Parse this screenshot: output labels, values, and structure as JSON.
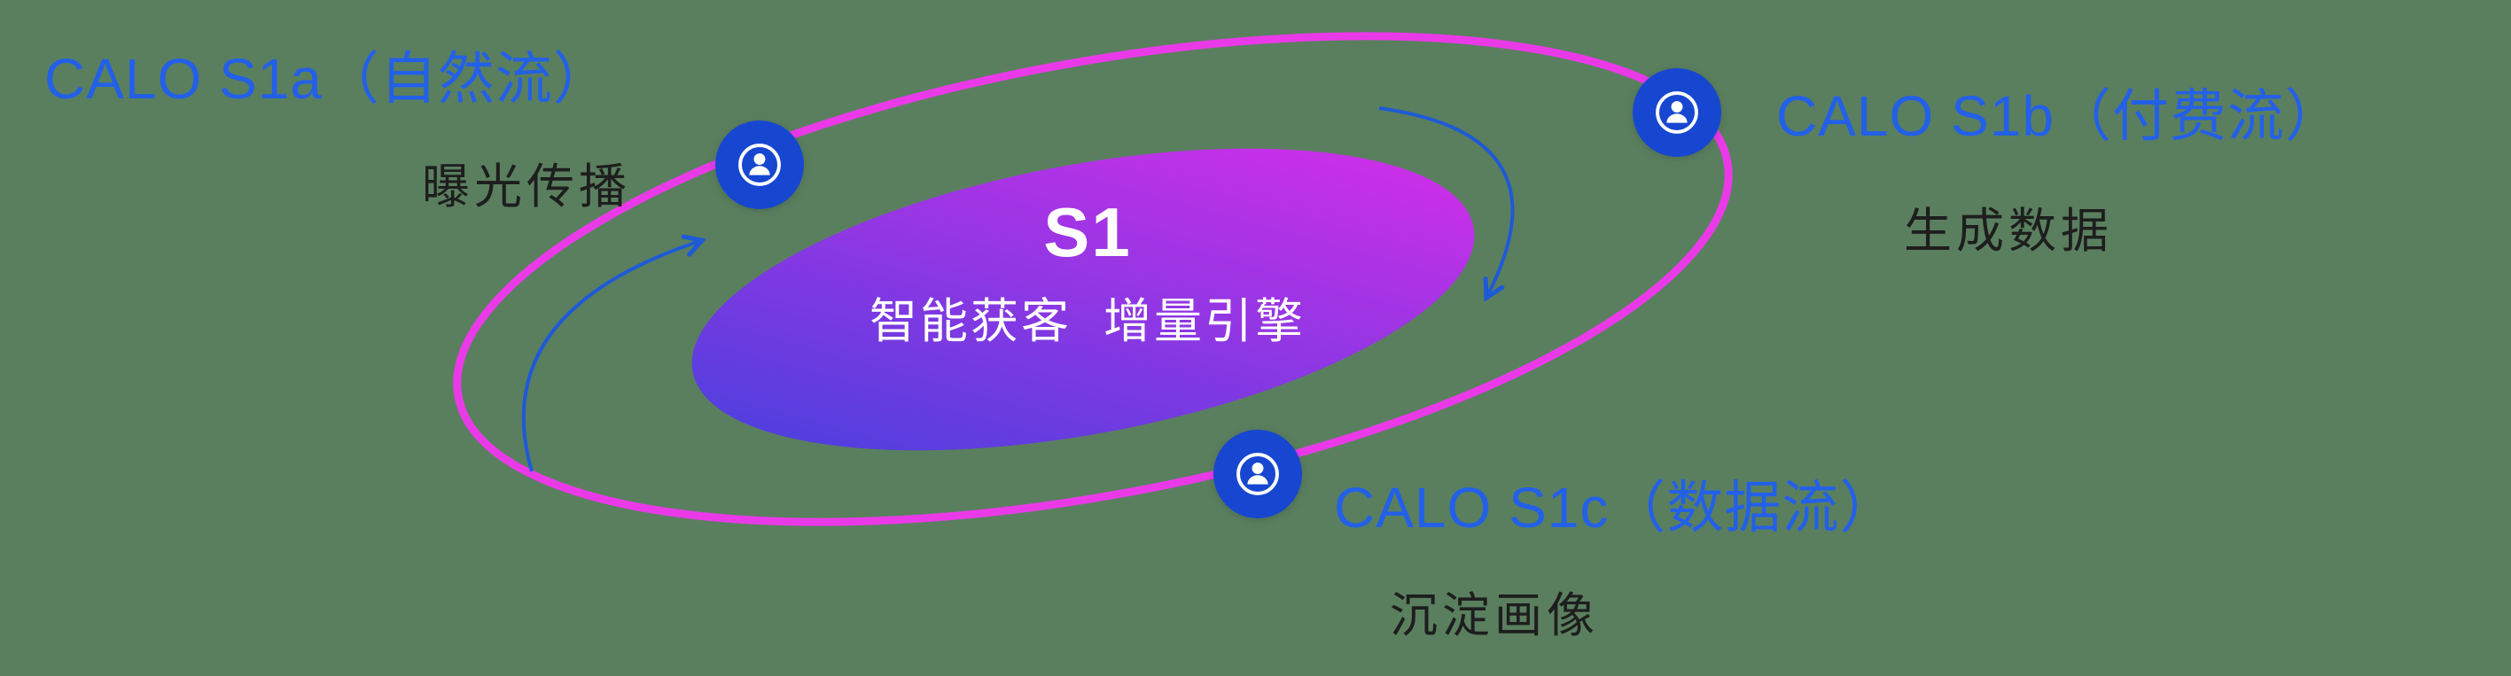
{
  "colors": {
    "background": "#5a7f5f",
    "ring": "#ea3ae8",
    "node": "#1747d1",
    "arrow": "#1e5ad6",
    "label_blue": "#2360e8",
    "label_dark": "#1e1e1e",
    "core_text": "#ffffff",
    "gradient_start": "#4640dd",
    "gradient_end": "#d62ee9"
  },
  "core": {
    "title": "S1",
    "subtitle": "智能获客  增量引擎"
  },
  "satellites": [
    {
      "title": "CALO S1a（自然流）",
      "subtitle": "曝光传播"
    },
    {
      "title": "CALO S1b（付费流）",
      "subtitle": "生成数据"
    },
    {
      "title": "CALO S1c（数据流）",
      "subtitle": "沉淀画像"
    }
  ],
  "icons": {
    "node": "person-in-circle"
  }
}
